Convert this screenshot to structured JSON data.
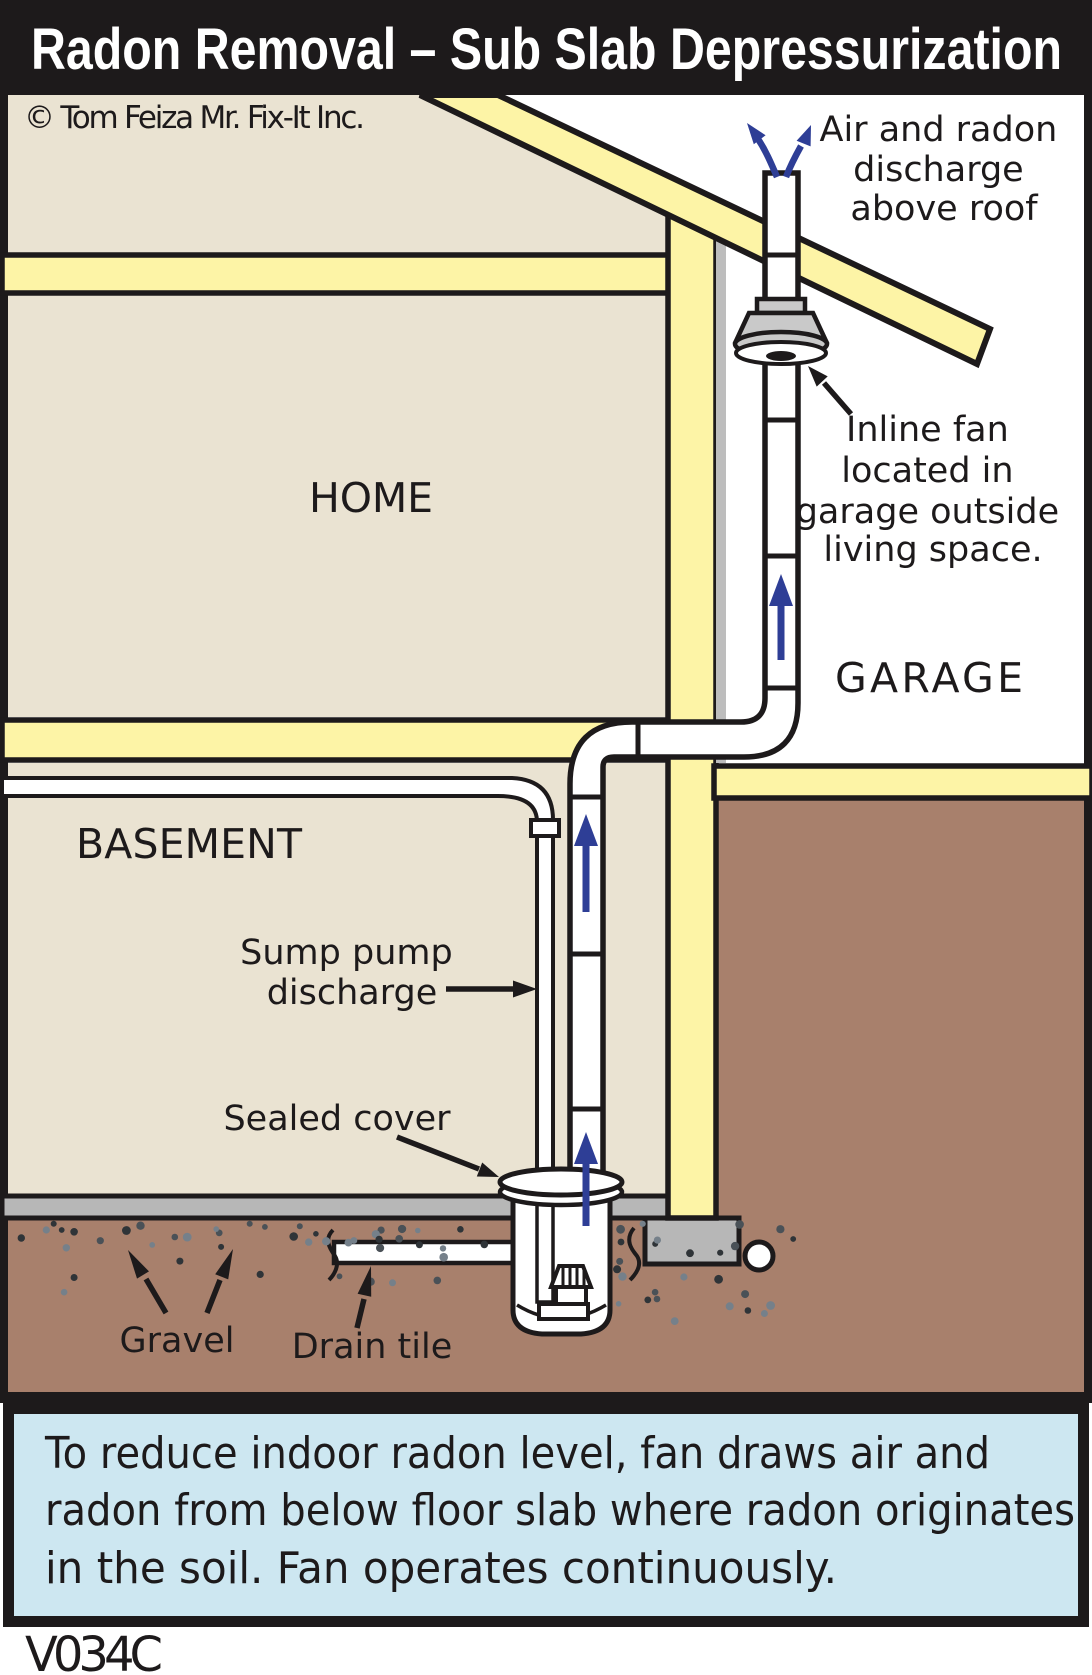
{
  "title": "Radon Removal – Sub Slab Depressurization",
  "copyright": "© Tom Feiza Mr. Fix-It Inc.",
  "rooms": {
    "home": "HOME",
    "garage": "GARAGE",
    "basement": "BASEMENT"
  },
  "annotations": {
    "discharge": {
      "lines": [
        "Air and radon",
        "discharge",
        "above roof"
      ]
    },
    "inline_fan": {
      "lines": [
        "Inline fan",
        "located in",
        "garage outside",
        "living space."
      ]
    },
    "sump": {
      "lines": [
        "Sump pump",
        "discharge"
      ]
    },
    "sealed_cover": "Sealed cover",
    "gravel": "Gravel",
    "drain_tile": "Drain tile"
  },
  "caption": {
    "lines": [
      "To reduce indoor radon level, fan draws air and",
      "radon from below floor slab where radon originates",
      "in the soil.  Fan operates continuously."
    ]
  },
  "figure_code": "V034C",
  "colors": {
    "ink": "#1d1a1b",
    "paper_white": "#ffffff",
    "wall_beige": "#eae3d2",
    "wood_yellow": "#fdf4a6",
    "soil_brown": "#a8806c",
    "slab_gray": "#b7b7b7",
    "fan_gray": "#c9c9c9",
    "flow_blue": "#2e3e96",
    "caption_bg": "#cde7f1"
  }
}
